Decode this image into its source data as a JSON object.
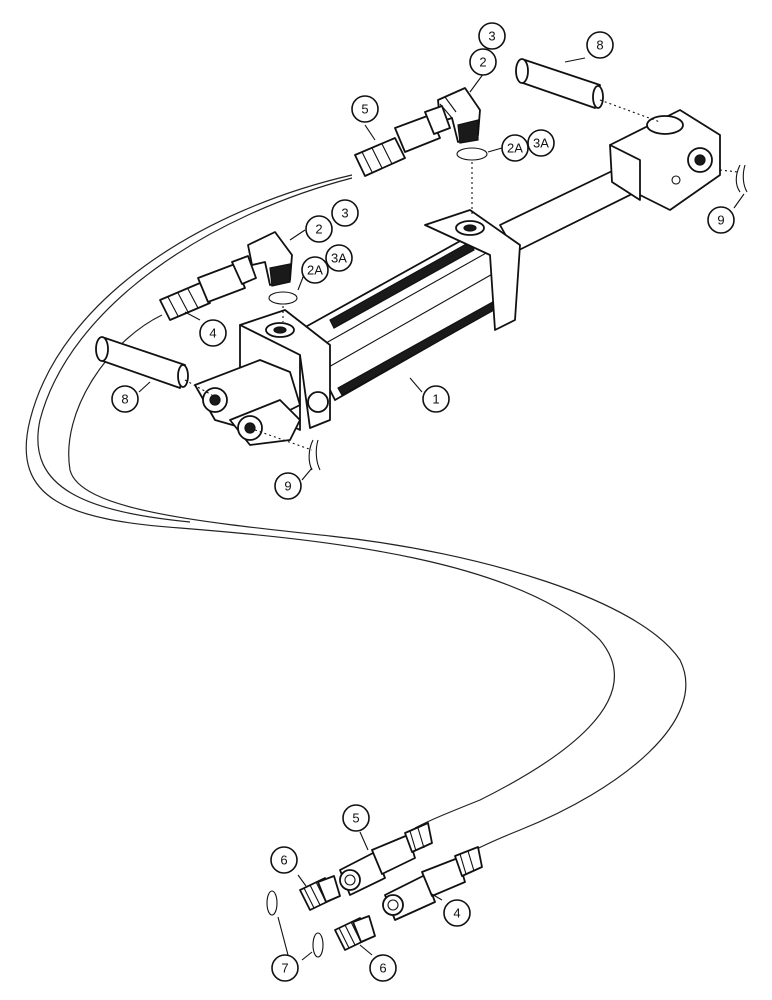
{
  "diagram": {
    "callouts": {
      "c1": "1",
      "c2_top": "2",
      "c3_top": "3",
      "c2_mid": "2",
      "c3_mid": "3",
      "c2a_top": "2A",
      "c3a_top": "3A",
      "c2a_mid": "2A",
      "c3a_mid": "3A",
      "c4_top": "4",
      "c4_bottom": "4",
      "c5_top": "5",
      "c5_bottom": "5",
      "c6_upper": "6",
      "c6_lower": "6",
      "c7": "7",
      "c8_left": "8",
      "c8_right": "8",
      "c9_left": "9",
      "c9_right": "9"
    }
  }
}
